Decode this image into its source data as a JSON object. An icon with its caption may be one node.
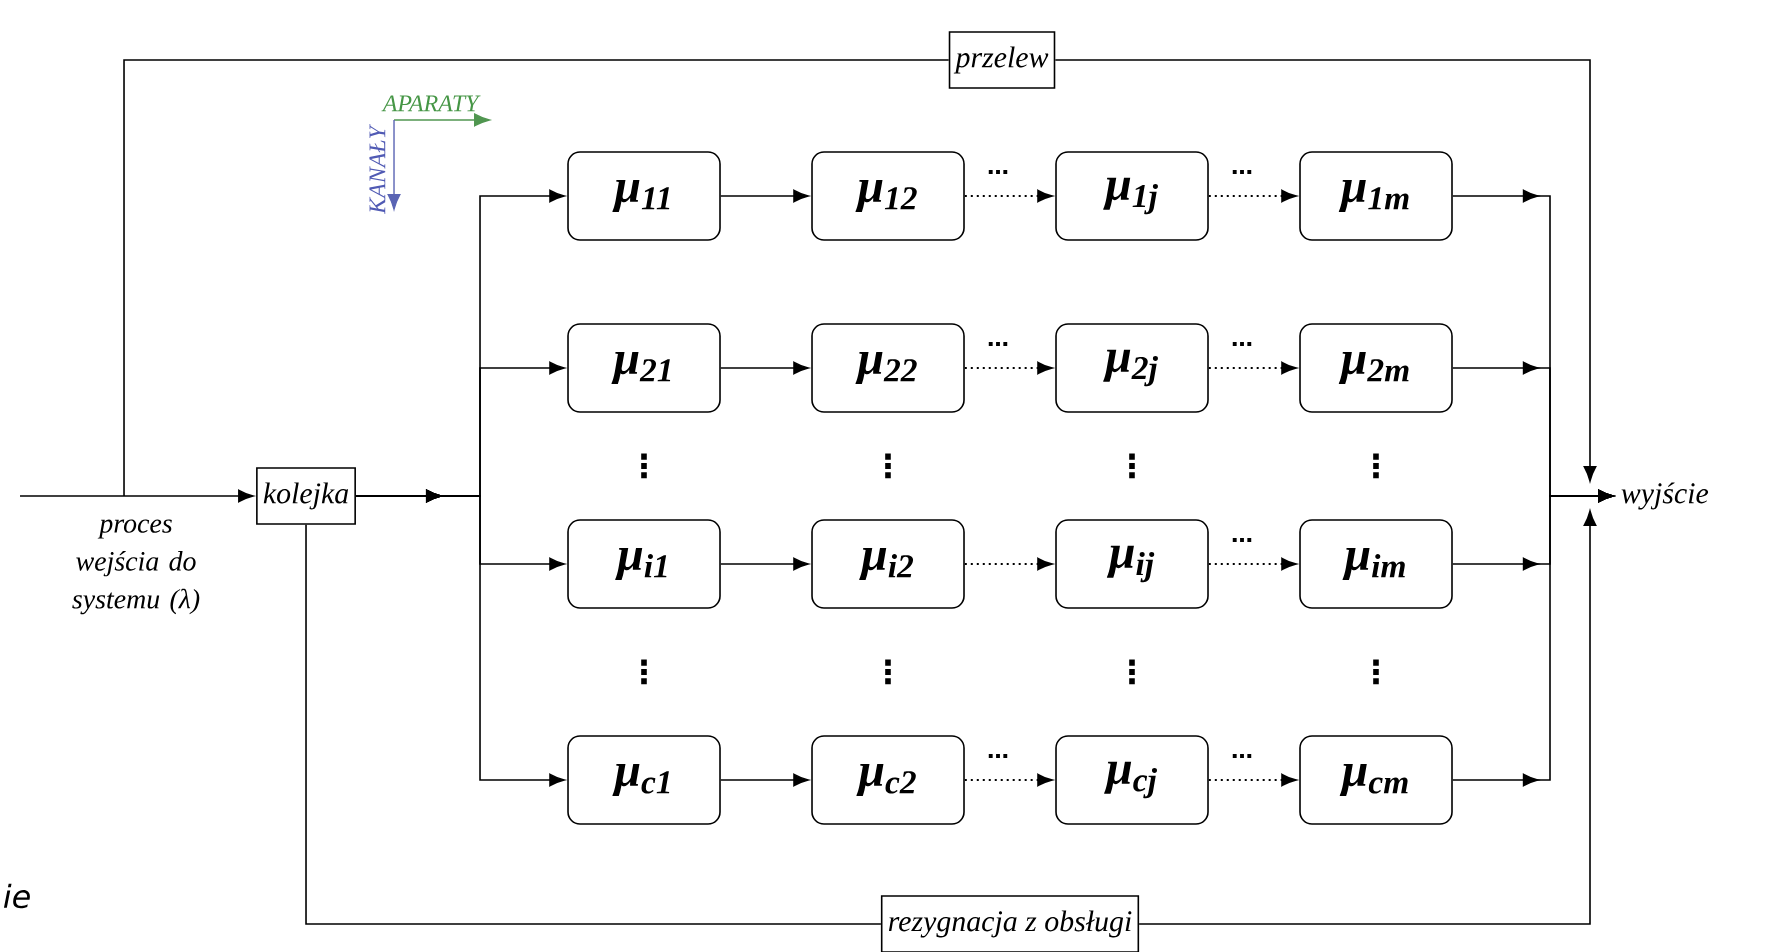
{
  "diagram": {
    "nodes": [
      {
        "text": [
          "przelew"
        ]
      },
      {
        "text": [
          "kolejka"
        ]
      },
      {
        "text": [
          "wyjście"
        ]
      },
      {
        "text": [
          "μ$_{11}$"
        ]
      },
      {
        "text": [
          "μ$_{12}$"
        ]
      },
      {
        "text": [
          "μ$_{1j}$"
        ]
      },
      {
        "text": [
          "μ$_{1m}$"
        ]
      },
      {
        "text": [
          "μ$_{21}$"
        ]
      },
      {
        "text": [
          "μ$_{22}$"
        ]
      },
      {
        "text": [
          "μ$_{2j}$"
        ]
      },
      {
        "text": [
          "μ$_{2m}$"
        ]
      },
      {
        "text": [
          "μ$_{i1}$"
        ]
      },
      {
        "text": [
          "μ$_{i2}$"
        ]
      },
      {
        "text": [
          "μ$_{ij}$"
        ]
      },
      {
        "text": [
          "μ$_{im}$"
        ]
      },
      {
        "text": [
          "μ$_{c1}$"
        ]
      },
      {
        "text": [
          "μ$_{c2}$"
        ]
      },
      {
        "text": [
          "μ$_{cj}$"
        ]
      },
      {
        "text": [
          "μ$_{cm}$"
        ]
      },
      {
        "text": [
          "rezygnacja z obsługi"
        ]
      }
    ],
    "edges": [
      {
        "from": null,
        "to": 1,
        "arrow": "to",
        "label": "proces wejścia do systemu (λ)"
      },
      {
        "from": null,
        "to": 0,
        "arrow": "none"
      },
      {
        "from": 0,
        "to": 2,
        "arrow": "to"
      },
      {
        "from": 1,
        "to": 19,
        "arrow": "none"
      },
      {
        "from": 19,
        "to": 2,
        "arrow": "to"
      },
      {
        "from": 1,
        "to": 3,
        "arrow": "to"
      },
      {
        "from": 1,
        "to": 7,
        "arrow": "to"
      },
      {
        "from": 1,
        "to": 11,
        "arrow": "to"
      },
      {
        "from": 1,
        "to": 15,
        "arrow": "to"
      },
      {
        "from": 3,
        "to": 4,
        "arrow": "to"
      },
      {
        "from": 4,
        "to": 5,
        "arrow": "to",
        "style": "dashed",
        "label": "…"
      },
      {
        "from": 5,
        "to": 6,
        "arrow": "to",
        "style": "dashed",
        "label": "…"
      },
      {
        "from": 7,
        "to": 8,
        "arrow": "to"
      },
      {
        "from": 8,
        "to": 9,
        "arrow": "to",
        "style": "dashed",
        "label": "…"
      },
      {
        "from": 9,
        "to": 10,
        "arrow": "to",
        "style": "dashed",
        "label": "…"
      },
      {
        "from": 11,
        "to": 12,
        "arrow": "to"
      },
      {
        "from": 12,
        "to": 13,
        "arrow": "to",
        "style": "dashed"
      },
      {
        "from": 13,
        "to": 14,
        "arrow": "to",
        "style": "dashed",
        "label": "…"
      },
      {
        "from": 15,
        "to": 16,
        "arrow": "to"
      },
      {
        "from": 16,
        "to": 17,
        "arrow": "to",
        "style": "dashed",
        "label": "…"
      },
      {
        "from": 17,
        "to": 18,
        "arrow": "to",
        "style": "dashed",
        "label": "…"
      },
      {
        "from": 6,
        "to": 2,
        "arrow": "to"
      },
      {
        "from": 10,
        "to": 2,
        "arrow": "to"
      },
      {
        "from": 14,
        "to": 2,
        "arrow": "to"
      },
      {
        "from": 18,
        "to": 2,
        "arrow": "to"
      }
    ],
    "labels": [
      "APARATY",
      "KANAŁY",
      "⋮",
      "⋮",
      "⋮",
      "⋮",
      "⋮",
      "⋮",
      "⋮",
      "⋮",
      "ie"
    ]
  }
}
